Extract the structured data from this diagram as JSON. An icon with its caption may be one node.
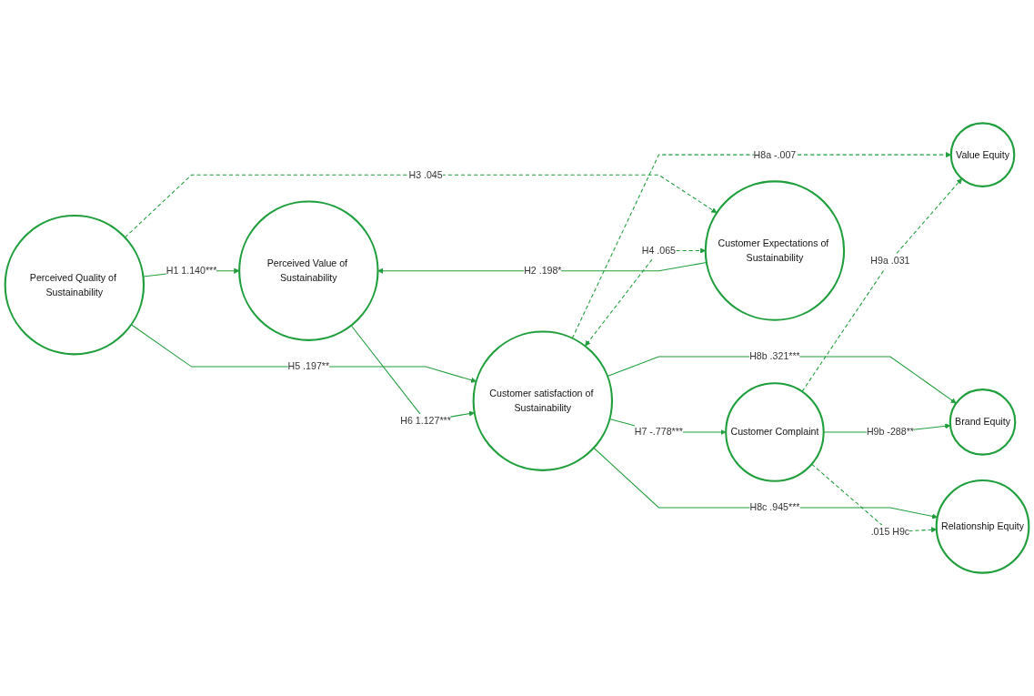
{
  "diagram": {
    "nodes": [
      {
        "text": [
          "Perceived Quality of Sustainability"
        ]
      },
      {
        "text": [
          "Customer Complaint"
        ]
      },
      {
        "text": [
          "Perceived Value of Sustainability"
        ]
      },
      {
        "text": [
          "Customer satisfaction of Sustainability"
        ]
      },
      {
        "text": [
          "Value Equity"
        ]
      },
      {
        "text": [
          "Customer Expectations of Sustainability"
        ]
      },
      {
        "text": [
          "Brand Equity"
        ]
      },
      {
        "text": [
          "Relationship Equity"
        ]
      }
    ],
    "edges": [
      {
        "from": 0,
        "to": 2,
        "arrow": "to",
        "label": "H1 1.140***"
      },
      {
        "from": 5,
        "to": 2,
        "arrow": "to",
        "label": "H2 .198*"
      },
      {
        "from": 0,
        "to": 5,
        "arrow": "to",
        "label": "H3 .045",
        "style": "dashed"
      },
      {
        "from": 3,
        "to": 5,
        "arrow": "both",
        "label": "H4 .065",
        "style": "dashed"
      },
      {
        "from": 0,
        "to": 3,
        "arrow": "to",
        "label": "H5 .197**"
      },
      {
        "from": 2,
        "to": 3,
        "arrow": "to",
        "label": "H6 1.127***"
      },
      {
        "from": 3,
        "to": 1,
        "arrow": "to",
        "label": "H7 -.778***"
      },
      {
        "from": 3,
        "to": 4,
        "arrow": "to",
        "label": "H8a -.007",
        "style": "dashed"
      },
      {
        "from": 3,
        "to": 6,
        "arrow": "to",
        "label": "H8b .321***"
      },
      {
        "from": 3,
        "to": 7,
        "arrow": "to",
        "label": "H8c .945***"
      },
      {
        "from": 1,
        "to": 4,
        "arrow": "to",
        "label": "H9a .031",
        "style": "dashed"
      },
      {
        "from": 1,
        "to": 6,
        "arrow": "to",
        "label": "H9b -288**"
      },
      {
        "from": 1,
        "to": 7,
        "arrow": "to",
        "label": ".015 H9c",
        "style": "dashed"
      }
    ]
  }
}
